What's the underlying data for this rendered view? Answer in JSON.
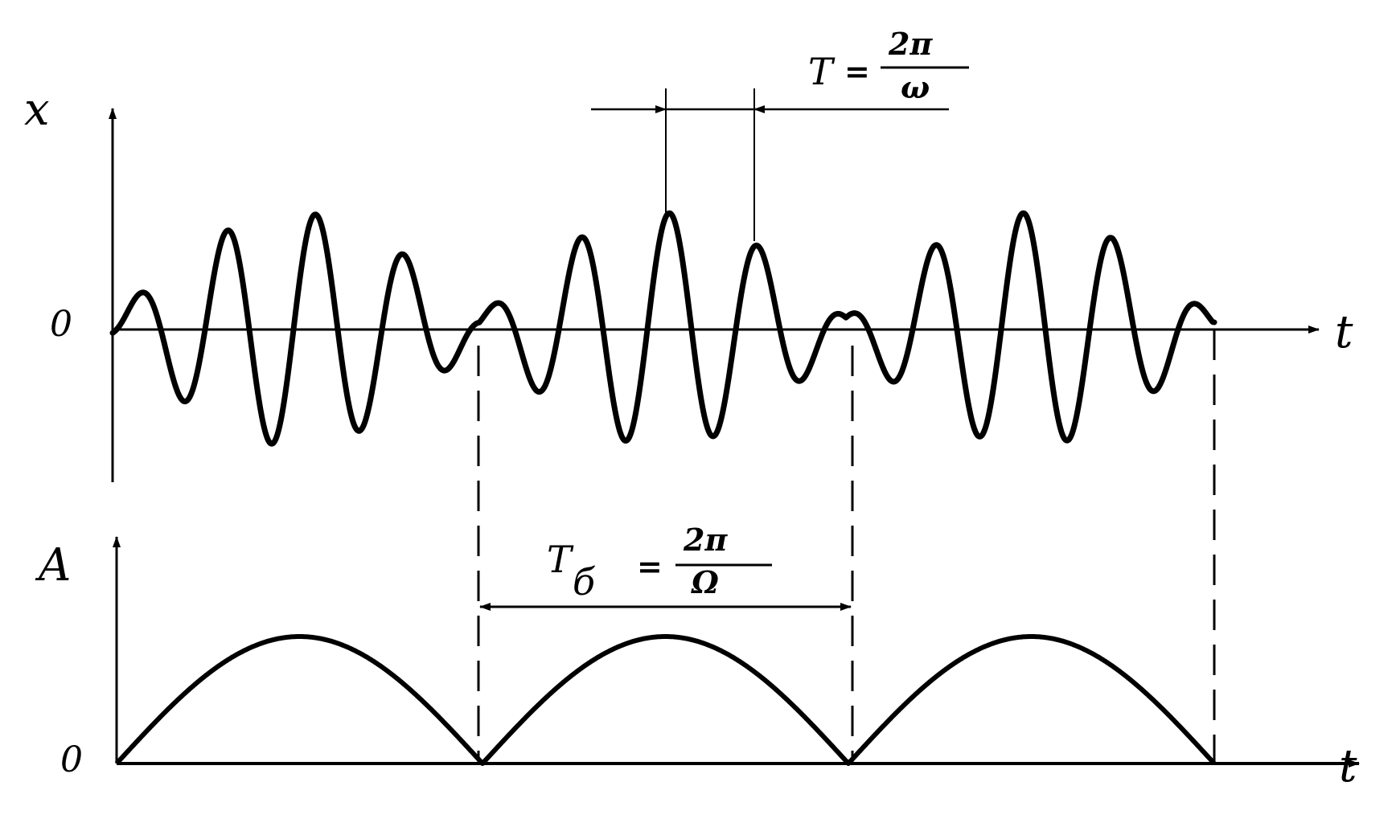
{
  "figure": {
    "top_plot": {
      "y_axis_label": "x",
      "x_axis_label": "t",
      "origin_label": "0",
      "period_annotation": {
        "symbol": "T",
        "equals": "=",
        "numerator": "2π",
        "denominator": "ω"
      }
    },
    "bottom_plot": {
      "y_axis_label": "A",
      "x_axis_label": "t",
      "origin_label": "0",
      "period_annotation": {
        "symbol": "T",
        "subscript": "б",
        "equals": "=",
        "numerator": "2π",
        "denominator": "Ω"
      }
    },
    "colors": {
      "ink": "#000000",
      "background": "#ffffff"
    }
  }
}
